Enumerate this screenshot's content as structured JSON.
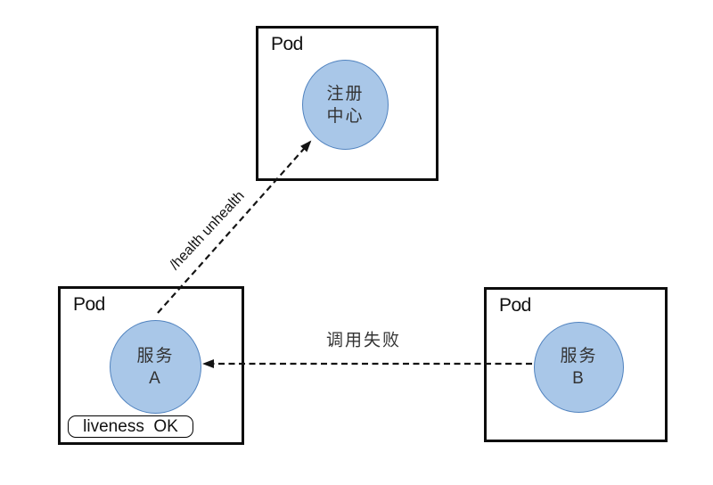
{
  "colors": {
    "node_fill": "#A9C7E8",
    "node_border": "#5183BF",
    "box_border": "#0D0D0D",
    "edge_color": "#141414",
    "text_color": "#333333"
  },
  "pods": {
    "registry": {
      "label": "Pod",
      "node": {
        "line1": "注册",
        "line2": "中心"
      }
    },
    "service_a": {
      "label": "Pod",
      "node": {
        "line1": "服务",
        "line2": "A"
      },
      "badge": "liveness  OK"
    },
    "service_b": {
      "label": "Pod",
      "node": {
        "line1": "服务",
        "line2": "B"
      }
    }
  },
  "edges": {
    "health_report": {
      "label": "/health unhealth",
      "from": "service-a",
      "to": "registry",
      "style": "dashed-arrow"
    },
    "call_failed": {
      "label": "调用失败",
      "from": "service-b",
      "to": "service-a",
      "style": "dashed-arrow"
    }
  }
}
